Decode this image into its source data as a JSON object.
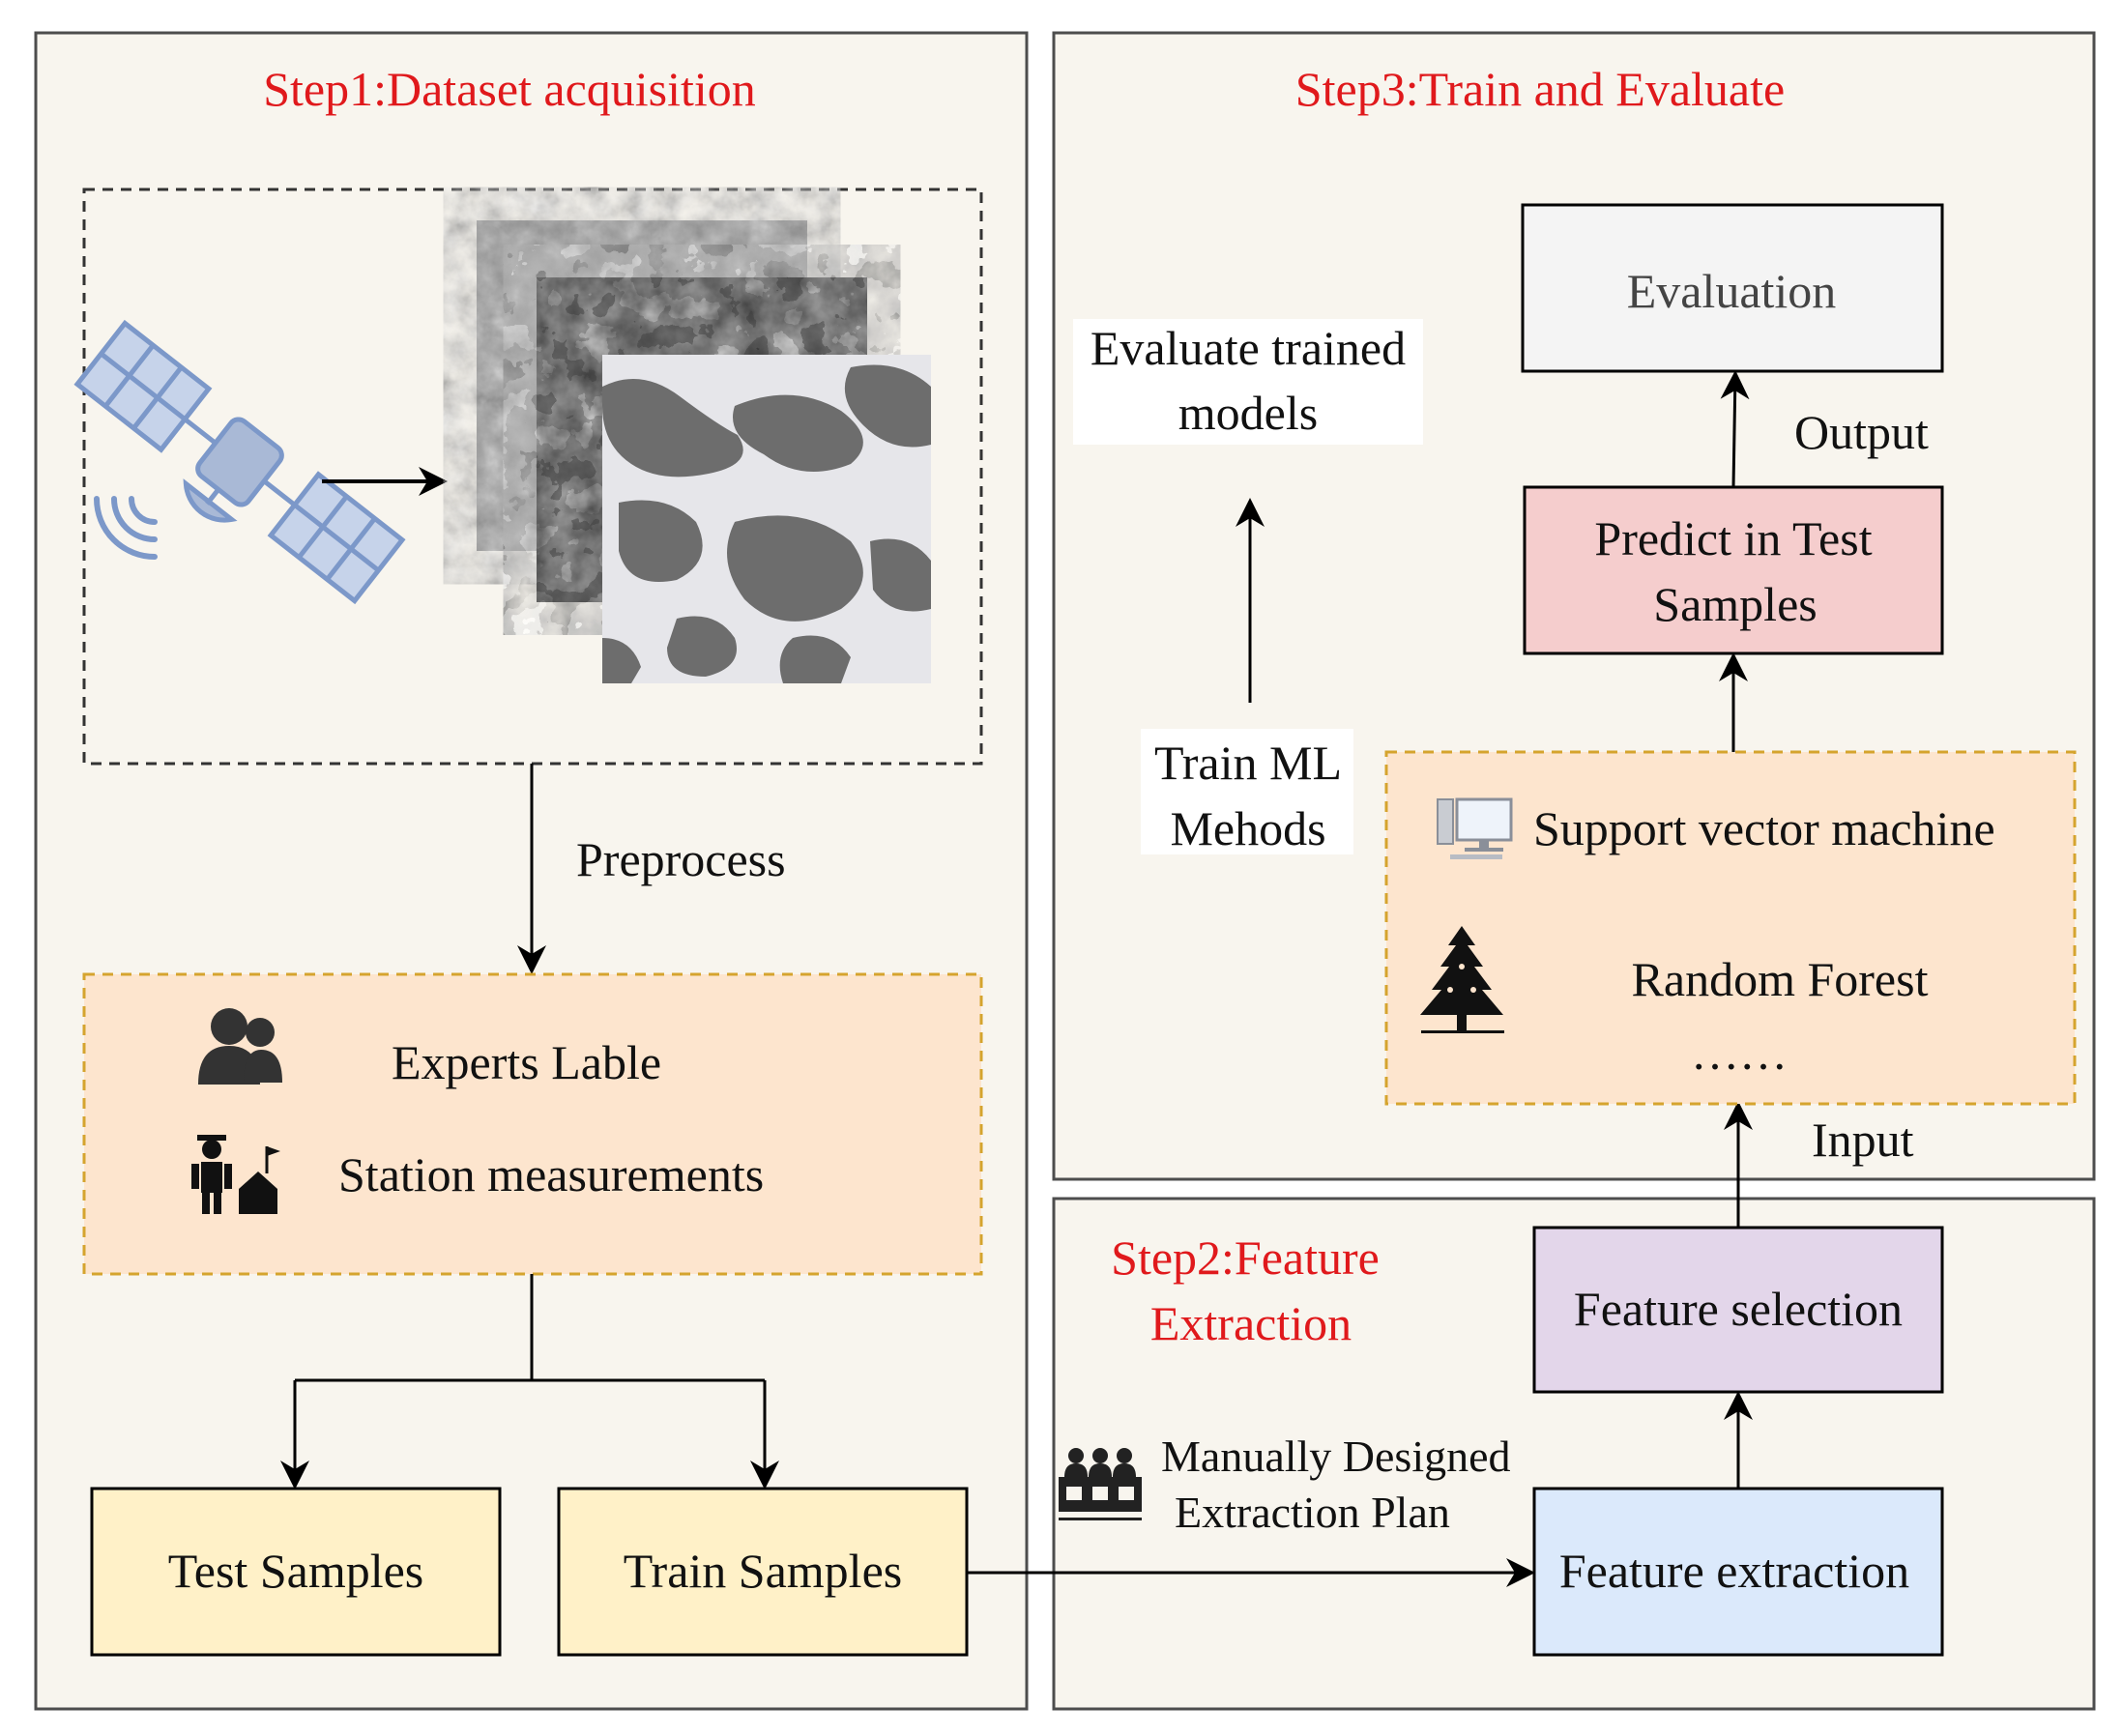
{
  "colors": {
    "panel_fill": "#f8f5ee",
    "panel_stroke": "#4d4d4d",
    "step_title": "#e0191c",
    "orange_box": "#fde5ce",
    "orange_border": "#d5a42e",
    "yellow_box": "#fff1c8",
    "blue_box": "#dbe9fb",
    "purple_box": "#e3d6ea",
    "pink_box": "#f5cdcd",
    "gray_box": "#f4f4f4",
    "satellite": "#7c98c9"
  },
  "step1": {
    "title": "Step1:Dataset acquisition",
    "preprocess": "Preprocess",
    "experts_label": "Experts Lable",
    "station_label": "Station measurements",
    "test_samples": "Test Samples",
    "train_samples": "Train Samples",
    "icons": [
      "satellite-icon",
      "image-stack",
      "experts-icon",
      "station-icon"
    ]
  },
  "step2": {
    "title_line1": "Step2:Feature",
    "title_line2": "Extraction",
    "manual_line1": "Manually Designed",
    "manual_line2": "Extraction Plan",
    "feature_extraction": "Feature extraction",
    "feature_selection": "Feature  selection",
    "icons": [
      "team-desk-icon"
    ]
  },
  "step3": {
    "title": "Step3:Train and Evaluate",
    "evaluation": "Evaluation",
    "evaluate_line1": "Evaluate trained",
    "evaluate_line2": "models",
    "output": "Output",
    "predict_line1": "Predict  in Test",
    "predict_line2": "Samples",
    "train_line1": "Train ML",
    "train_line2": "Mehods",
    "svm": "Support vector machine",
    "rf": "Random  Forest",
    "ellipsis": "……",
    "input": "Input",
    "icons": [
      "computer-icon",
      "tree-icon"
    ]
  }
}
